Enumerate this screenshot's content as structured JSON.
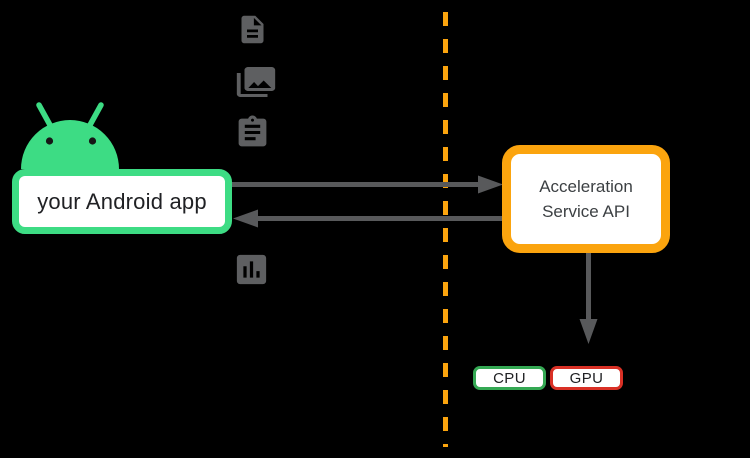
{
  "android_app": {
    "label": "your Android app",
    "border_color": "#3DDC84"
  },
  "api_box": {
    "line1": "Acceleration",
    "line2": "Service API",
    "border_color": "#FBA40E"
  },
  "hardware": {
    "cpu": {
      "label": "CPU",
      "border_color": "#34A853"
    },
    "gpu": {
      "label": "GPU",
      "border_color": "#D93025"
    }
  },
  "icons": [
    {
      "name": "document-icon"
    },
    {
      "name": "image-library-icon"
    },
    {
      "name": "clipboard-icon"
    },
    {
      "name": "bar-chart-icon"
    }
  ],
  "divider": {
    "style": "dashed",
    "color": "#FBA40E"
  },
  "arrows": [
    {
      "name": "arrow-app-to-api",
      "direction": "right"
    },
    {
      "name": "arrow-api-to-app",
      "direction": "left"
    },
    {
      "name": "arrow-api-to-hardware",
      "direction": "down"
    }
  ],
  "colors": {
    "background": "#000000",
    "arrow_gray": "#58595B",
    "icon_gray": "#5E5F61",
    "android_green": "#3DDC84",
    "api_orange": "#FBA40E",
    "cpu_green": "#34A853",
    "gpu_red": "#D93025",
    "box_bg": "#FFFFFF",
    "box_text": "#202124",
    "api_text": "#3C4043"
  }
}
